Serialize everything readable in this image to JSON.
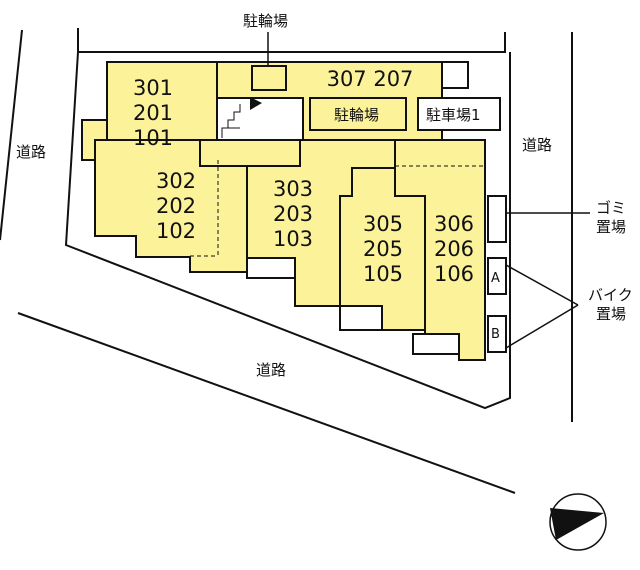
{
  "map": {
    "title_parking_bicycle_top": "駐輪場",
    "road_labels": [
      "道路",
      "道路",
      "道路"
    ],
    "building_units": {
      "u1": [
        "301",
        "201",
        "101"
      ],
      "u2": [
        "302",
        "202",
        "102"
      ],
      "u3": [
        "303",
        "203",
        "103"
      ],
      "u5": [
        "305",
        "205",
        "105"
      ],
      "u6": [
        "306",
        "206",
        "106"
      ],
      "u7": "307 207"
    },
    "inner_bicycle_parking": "駐輪場",
    "car_parking": "駐車場1",
    "garbage_label": [
      "ゴミ",
      "置場"
    ],
    "bike_parking_label": [
      "バイク",
      "置場"
    ],
    "bike_spots": [
      "A",
      "B"
    ],
    "colors": {
      "unit_fill": "#fbf29a",
      "outline": "#111111"
    }
  }
}
